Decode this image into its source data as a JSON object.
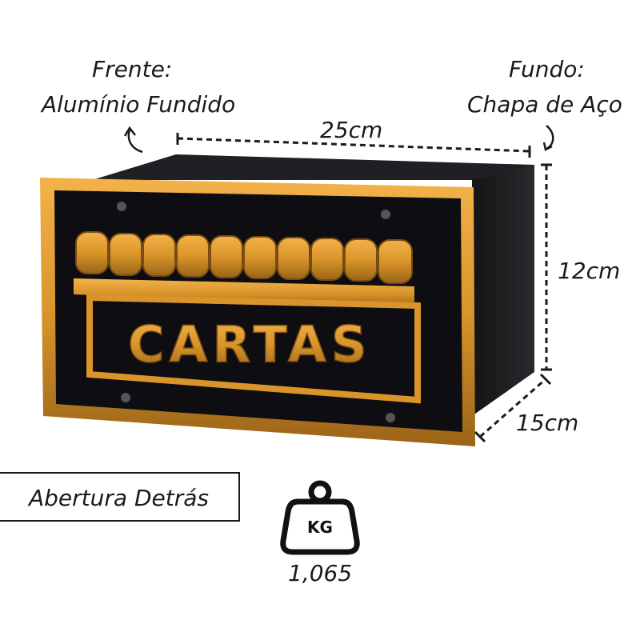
{
  "labels": {
    "front_title": "Frente:",
    "front_material": "Alumínio Fundido",
    "back_title": "Fundo:",
    "back_material": "Chapa de Aço",
    "width": "25cm",
    "height": "12cm",
    "depth": "15cm",
    "opening": "Abertura Detrás",
    "weight_unit": "KG",
    "weight_value": "1,065"
  },
  "mailbox": {
    "plate_text": "CARTAS",
    "colors": {
      "body": "#1f1f22",
      "trim": "#d9952a",
      "plate_bg": "#0e0e12"
    }
  }
}
